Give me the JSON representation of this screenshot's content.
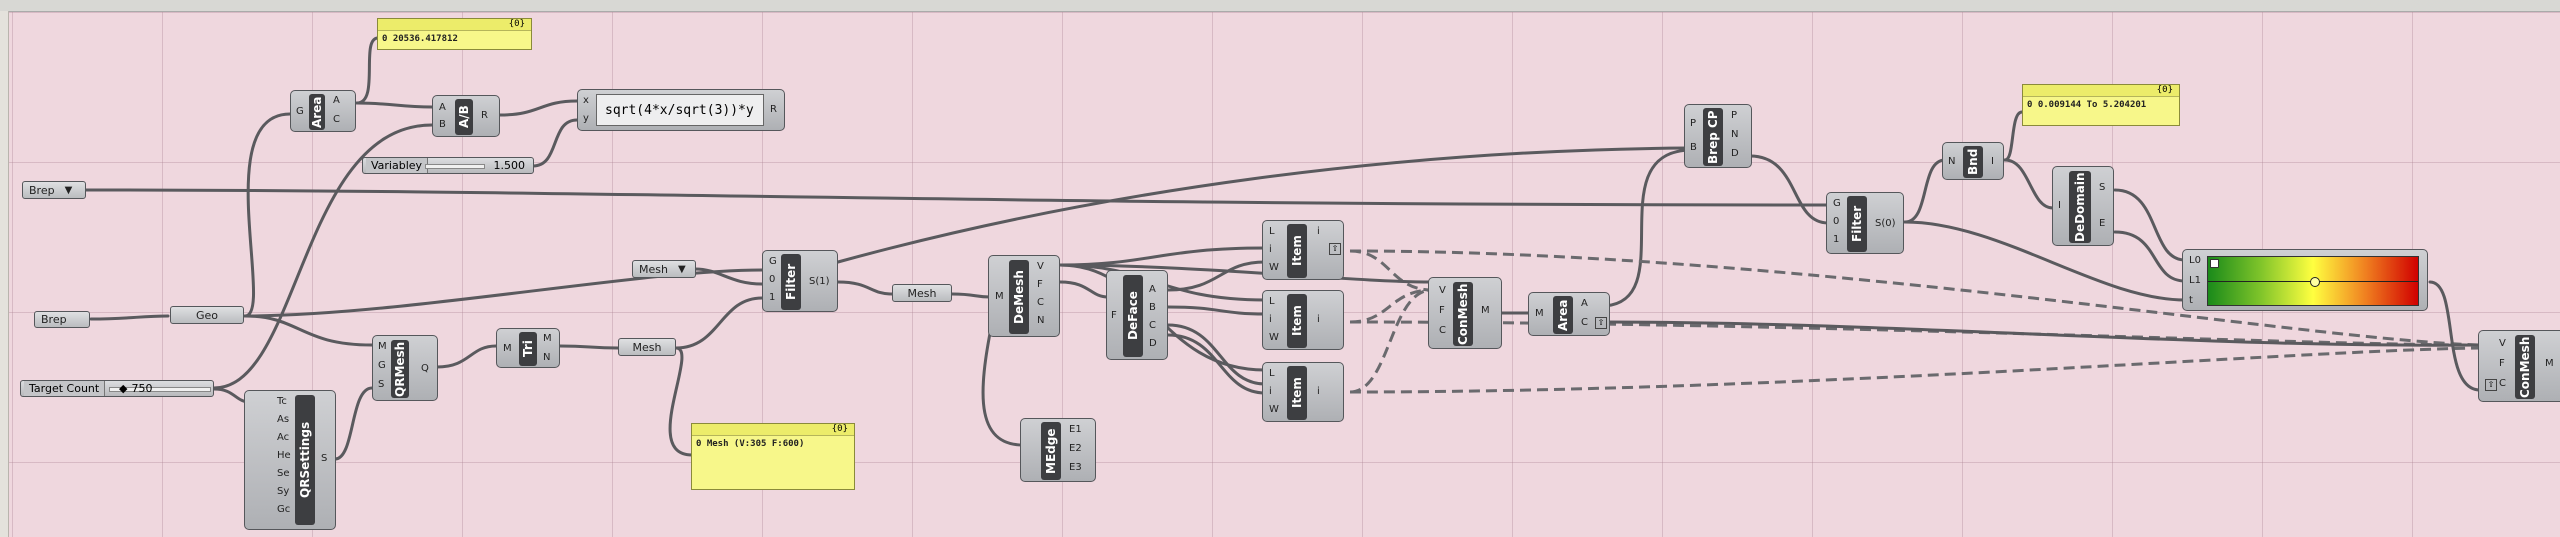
{
  "nodes": {
    "area1": {
      "name": "Area",
      "inputs": [
        "G"
      ],
      "outputs": [
        "A",
        "C"
      ]
    },
    "area2": {
      "name": "Area",
      "inputs": [
        "M"
      ],
      "outputs": [
        "A",
        "C"
      ]
    },
    "ab": {
      "name": "A/B",
      "inputs": [
        "A",
        "B"
      ],
      "outputs": [
        "R"
      ]
    },
    "expr": {
      "inputs": [
        "x",
        "y"
      ],
      "formula": "sqrt(4*x/sqrt(3))*y",
      "outputs": [
        "R"
      ]
    },
    "variable_y": {
      "name": "Variabley",
      "value": "1.500"
    },
    "target_count": {
      "name": "Target Count",
      "value": "750"
    },
    "brep_param1": {
      "name": "Brep"
    },
    "brep_param2": {
      "name": "Brep"
    },
    "mesh_param1": {
      "name": "Mesh"
    },
    "mesh_param2": {
      "name": "Mesh"
    },
    "mesh_param3": {
      "name": "Mesh"
    },
    "geo": {
      "name": "Geo"
    },
    "qrmesh": {
      "name": "QRMesh",
      "inputs": [
        "M",
        "G",
        "S"
      ],
      "outputs": [
        "Q"
      ]
    },
    "qrsettings": {
      "name": "QRSettings",
      "inputs": [
        "Tc",
        "As",
        "Ac",
        "He",
        "Se",
        "Sy",
        "Gc"
      ],
      "outputs": [
        "S"
      ]
    },
    "tri": {
      "name": "Tri",
      "inputs": [
        "M"
      ],
      "outputs": [
        "M",
        "N"
      ]
    },
    "filter1": {
      "name": "Filter",
      "inputs": [
        "G",
        "0",
        "1"
      ],
      "outputs": [
        "S(1)"
      ]
    },
    "filter2": {
      "name": "Filter",
      "inputs": [
        "G",
        "0",
        "1"
      ],
      "outputs": [
        "S(0)"
      ]
    },
    "demesh": {
      "name": "DeMesh",
      "inputs": [
        "M"
      ],
      "outputs": [
        "V",
        "F",
        "C",
        "N"
      ]
    },
    "deface": {
      "name": "DeFace",
      "inputs": [
        "F"
      ],
      "outputs": [
        "A",
        "B",
        "C",
        "D"
      ]
    },
    "medge": {
      "name": "MEdge",
      "outputs": [
        "E1",
        "E2",
        "E3"
      ]
    },
    "item1": {
      "name": "Item",
      "inputs": [
        "L",
        "i",
        "W"
      ],
      "outputs": [
        "i"
      ]
    },
    "item2": {
      "name": "Item",
      "inputs": [
        "L",
        "i",
        "W"
      ],
      "outputs": [
        "i"
      ]
    },
    "item3": {
      "name": "Item",
      "inputs": [
        "L",
        "i",
        "W"
      ],
      "outputs": [
        "i"
      ]
    },
    "conmesh1": {
      "name": "ConMesh",
      "inputs": [
        "V",
        "F",
        "C"
      ],
      "outputs": [
        "M"
      ]
    },
    "conmesh2": {
      "name": "ConMesh",
      "inputs": [
        "V",
        "F",
        "C"
      ],
      "outputs": [
        "M"
      ]
    },
    "brepcp": {
      "name": "Brep CP",
      "inputs": [
        "P",
        "B"
      ],
      "outputs": [
        "P",
        "N",
        "D"
      ]
    },
    "bnd": {
      "name": "Bnd",
      "inputs": [
        "N"
      ],
      "outputs": [
        "I"
      ]
    },
    "dedomain": {
      "name": "DeDomain",
      "inputs": [
        "I"
      ],
      "outputs": [
        "S",
        "E"
      ]
    },
    "gradient": {
      "inputs": [
        "L0",
        "L1",
        "t"
      ]
    }
  },
  "panels": {
    "area": {
      "header": "{0}",
      "text": "0 20536.417812"
    },
    "mesh": {
      "header": "{0}",
      "text": "0 Mesh (V:305  F:600)"
    },
    "domain": {
      "header": "{0}",
      "text": "0 0.009144 To 5.204201"
    }
  },
  "colors": {
    "canvas": "#efd7de",
    "wire": "#5a5a5e",
    "panel": "#f7f78a",
    "component": "#b8babe"
  }
}
